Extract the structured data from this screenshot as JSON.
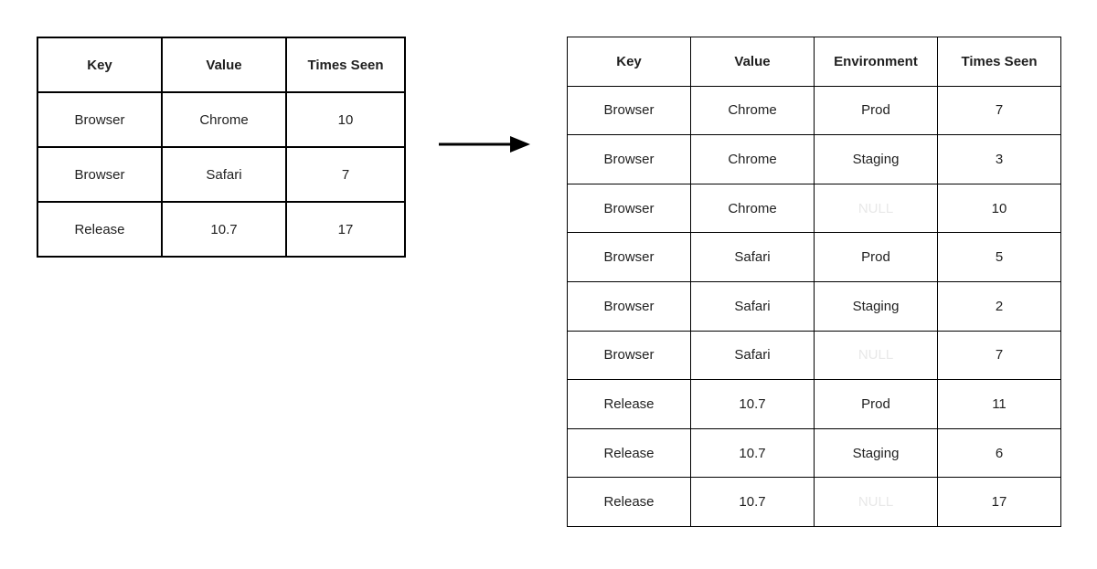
{
  "source_table": {
    "headers": [
      "Key",
      "Value",
      "Times Seen"
    ],
    "rows": [
      [
        "Browser",
        "Chrome",
        "10"
      ],
      [
        "Browser",
        "Safari",
        "7"
      ],
      [
        "Release",
        "10.7",
        "17"
      ]
    ]
  },
  "result_table": {
    "headers": [
      "Key",
      "Value",
      "Environment",
      "Times Seen"
    ],
    "rows": [
      [
        "Browser",
        "Chrome",
        "Prod",
        "7"
      ],
      [
        "Browser",
        "Chrome",
        "Staging",
        "3"
      ],
      [
        "Browser",
        "Chrome",
        "NULL",
        "10"
      ],
      [
        "Browser",
        "Safari",
        "Prod",
        "5"
      ],
      [
        "Browser",
        "Safari",
        "Staging",
        "2"
      ],
      [
        "Browser",
        "Safari",
        "NULL",
        "7"
      ],
      [
        "Release",
        "10.7",
        "Prod",
        "11"
      ],
      [
        "Release",
        "10.7",
        "Staging",
        "6"
      ],
      [
        "Release",
        "10.7",
        "NULL",
        "17"
      ]
    ]
  },
  "arrow": {
    "direction": "right",
    "meaning": "transformation from source table to result table"
  },
  "colors": {
    "border": "#000000",
    "text": "#1f1f1f",
    "null_text": "#e8e8e8",
    "background": "#ffffff"
  }
}
